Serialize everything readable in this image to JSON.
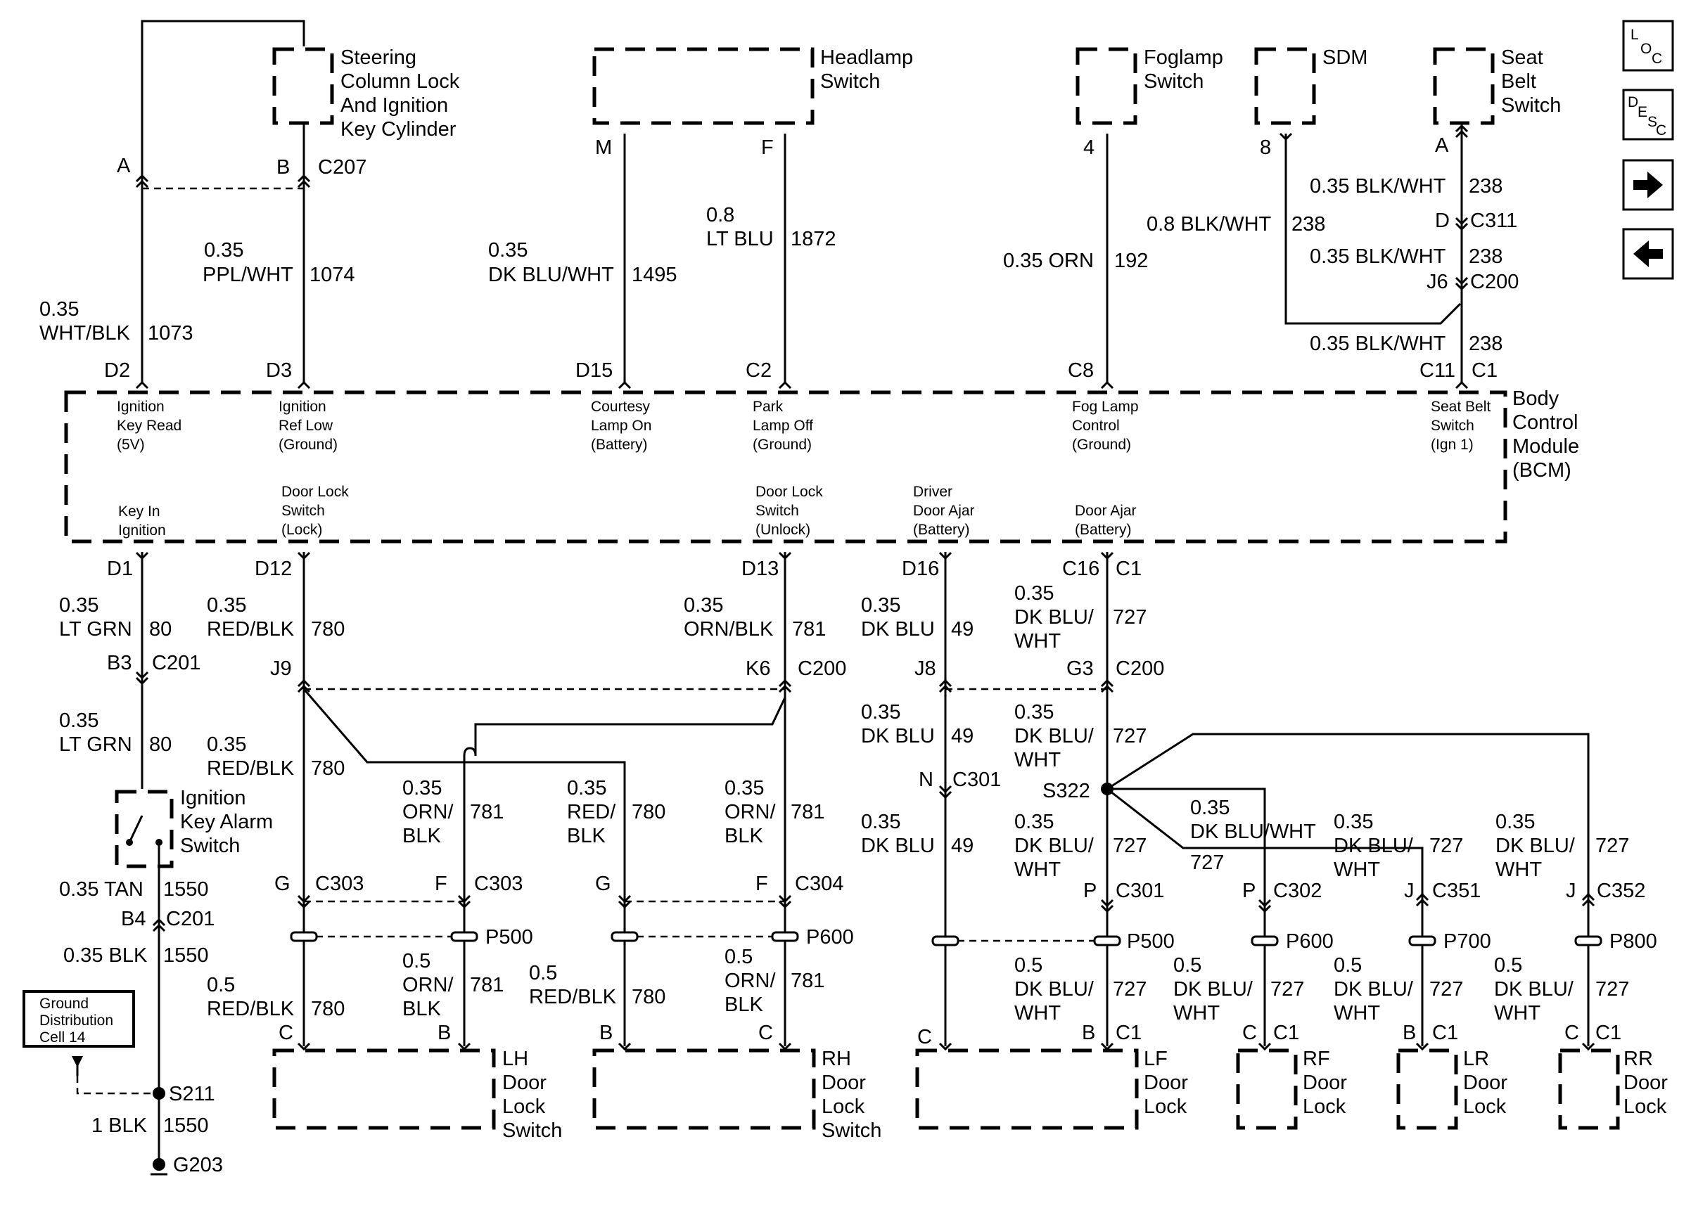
{
  "components": {
    "steering_lock": [
      "Steering",
      "Column Lock",
      "And Ignition",
      "Key Cylinder"
    ],
    "headlamp_switch": [
      "Headlamp",
      "Switch"
    ],
    "foglamp_switch": [
      "Foglamp",
      "Switch"
    ],
    "sdm": [
      "SDM"
    ],
    "seat_belt_switch": [
      "Seat",
      "Belt",
      "Switch"
    ],
    "bcm": [
      "Body",
      "Control",
      "Module",
      "(BCM)"
    ],
    "ignition_key_alarm_switch": [
      "Ignition",
      "Key Alarm",
      "Switch"
    ],
    "ground_distribution": [
      "Ground",
      "Distribution",
      "Cell 14"
    ],
    "lh_door_lock_switch": [
      "LH",
      "Door",
      "Lock",
      "Switch"
    ],
    "rh_door_lock_switch": [
      "RH",
      "Door",
      "Lock",
      "Switch"
    ],
    "lf_door_lock": [
      "LF",
      "Door",
      "Lock"
    ],
    "rf_door_lock": [
      "RF",
      "Door",
      "Lock"
    ],
    "lr_door_lock": [
      "LR",
      "Door",
      "Lock"
    ],
    "rr_door_lock": [
      "RR",
      "Door",
      "Lock"
    ]
  },
  "bcm_pins": {
    "ign_key_read": [
      "Ignition",
      "Key Read",
      "(5V)"
    ],
    "ign_ref_low": [
      "Ignition",
      "Ref Low",
      "(Ground)"
    ],
    "courtesy": [
      "Courtesy",
      "Lamp On",
      "(Battery)"
    ],
    "park_lamp": [
      "Park",
      "Lamp Off",
      "(Ground)"
    ],
    "fog_lamp": [
      "Fog Lamp",
      "Control",
      "(Ground)"
    ],
    "seat_belt": [
      "Seat Belt",
      "Switch",
      "(Ign 1)"
    ],
    "key_in": [
      "Key In",
      "Ignition"
    ],
    "door_lock_lock": [
      "Door Lock",
      "Switch",
      "(Lock)"
    ],
    "door_lock_unlock": [
      "Door Lock",
      "Switch",
      "(Unlock)"
    ],
    "driver_door_ajar": [
      "Driver",
      "Door Ajar",
      "(Battery)"
    ],
    "door_ajar": [
      "Door Ajar",
      "(Battery)"
    ]
  },
  "wires": {
    "w1073": [
      "0.35",
      "WHT/BLK",
      "1073"
    ],
    "w1074": [
      "0.35",
      "PPL/WHT",
      "1074"
    ],
    "w1495": [
      "0.35",
      "DK BLU/WHT",
      "1495"
    ],
    "w1872": [
      "0.8",
      "LT BLU",
      "1872"
    ],
    "w192": [
      "0.35 ORN",
      "192"
    ],
    "w238_a": [
      "0.35 BLK/WHT",
      "238"
    ],
    "w238_sdm": [
      "0.8 BLK/WHT",
      "238"
    ],
    "w238_b": [
      "0.35 BLK/WHT",
      "238"
    ],
    "w238_c": [
      "0.35 BLK/WHT",
      "238"
    ],
    "w80_a": [
      "0.35",
      "LT GRN",
      "80"
    ],
    "w80_b": [
      "0.35",
      "LT GRN",
      "80"
    ],
    "w780_a": [
      "0.35",
      "RED/BLK",
      "780"
    ],
    "w781_a": [
      "0.35",
      "ORN/BLK",
      "781"
    ],
    "w49_a": [
      "0.35",
      "DK BLU",
      "49"
    ],
    "w727_a": [
      "0.35",
      "DK BLU/",
      "WHT",
      "727"
    ],
    "w780_b": [
      "0.35",
      "RED/BLK",
      "780"
    ],
    "w49_b": [
      "0.35",
      "DK BLU",
      "49"
    ],
    "w727_b": [
      "0.35",
      "DK BLU/",
      "WHT",
      "727"
    ],
    "w781_lh": [
      "0.35",
      "ORN/",
      "BLK",
      "781"
    ],
    "w780_rh": [
      "0.35",
      "RED/",
      "BLK",
      "780"
    ],
    "w781_rh": [
      "0.35",
      "ORN/",
      "BLK",
      "781"
    ],
    "w49_c": [
      "0.35",
      "DK BLU",
      "49"
    ],
    "w727_lf": [
      "0.35",
      "DK BLU/",
      "WHT",
      "727"
    ],
    "w727_rf": [
      "0.35",
      "DK BLU/WHT",
      "727"
    ],
    "w727_lr": [
      "0.35",
      "DK BLU/",
      "WHT",
      "727"
    ],
    "w727_rr": [
      "0.35",
      "DK BLU/",
      "WHT",
      "727"
    ],
    "w1550_a": [
      "0.35 TAN",
      "1550"
    ],
    "w1550_b": [
      "0.35 BLK",
      "1550"
    ],
    "w1550_c": [
      "1 BLK",
      "1550"
    ],
    "w780_lhc": [
      "0.5",
      "RED/BLK",
      "780"
    ],
    "w781_lhb": [
      "0.5",
      "ORN/",
      "BLK",
      "781"
    ],
    "w780_rhb": [
      "0.5",
      "RED/BLK",
      "780"
    ],
    "w781_rhc": [
      "0.5",
      "ORN/",
      "BLK",
      "781"
    ],
    "w727_lf2": [
      "0.5",
      "DK BLU/",
      "WHT",
      "727"
    ],
    "w727_rf2": [
      "0.5",
      "DK BLU/",
      "WHT",
      "727"
    ],
    "w727_lr2": [
      "0.5",
      "DK BLU/",
      "WHT",
      "727"
    ],
    "w727_rr2": [
      "0.5",
      "DK BLU/",
      "WHT",
      "727"
    ]
  },
  "pins": {
    "A": "A",
    "B": "B",
    "C207": "C207",
    "M": "M",
    "F": "F",
    "p4": "4",
    "p8": "8",
    "A2": "A",
    "D": "D",
    "C311": "C311",
    "J6": "J6",
    "C200": "C200",
    "D2": "D2",
    "D3": "D3",
    "D15": "D15",
    "C2": "C2",
    "C8": "C8",
    "C11": "C11",
    "C1": "C1",
    "D1": "D1",
    "D12": "D12",
    "D13": "D13",
    "D16": "D16",
    "C16": "C16",
    "C1b": "C1",
    "B3": "B3",
    "C201": "C201",
    "J9": "J9",
    "K6": "K6",
    "C200b": "C200",
    "J8": "J8",
    "G3": "G3",
    "C200c": "C200",
    "N": "N",
    "C301": "C301",
    "S322": "S322",
    "G": "G",
    "C303": "C303",
    "F2": "F",
    "C303b": "C303",
    "G2": "G",
    "F3": "F",
    "C304": "C304",
    "P": "P",
    "C301b": "C301",
    "P2": "P",
    "C302": "C302",
    "J": "J",
    "C351": "C351",
    "J2": "J",
    "C352": "C352",
    "P500": "P500",
    "P600": "P600",
    "P500b": "P500",
    "P600b": "P600",
    "P700": "P700",
    "P800": "P800",
    "B4": "B4",
    "C201b": "C201",
    "S211": "S211",
    "G203": "G203",
    "lhC": "C",
    "lhB": "B",
    "rhB": "B",
    "rhC": "C",
    "lfC": "C",
    "lfB": "B",
    "lfC1": "C1",
    "rfC": "C",
    "rfC1": "C1",
    "lrB": "B",
    "lrC1": "C1",
    "rrC": "C",
    "rrC1": "C1"
  },
  "nav": {
    "loc": [
      "L",
      "O",
      "C"
    ],
    "desc": [
      "D",
      "E",
      "S",
      "C"
    ]
  }
}
